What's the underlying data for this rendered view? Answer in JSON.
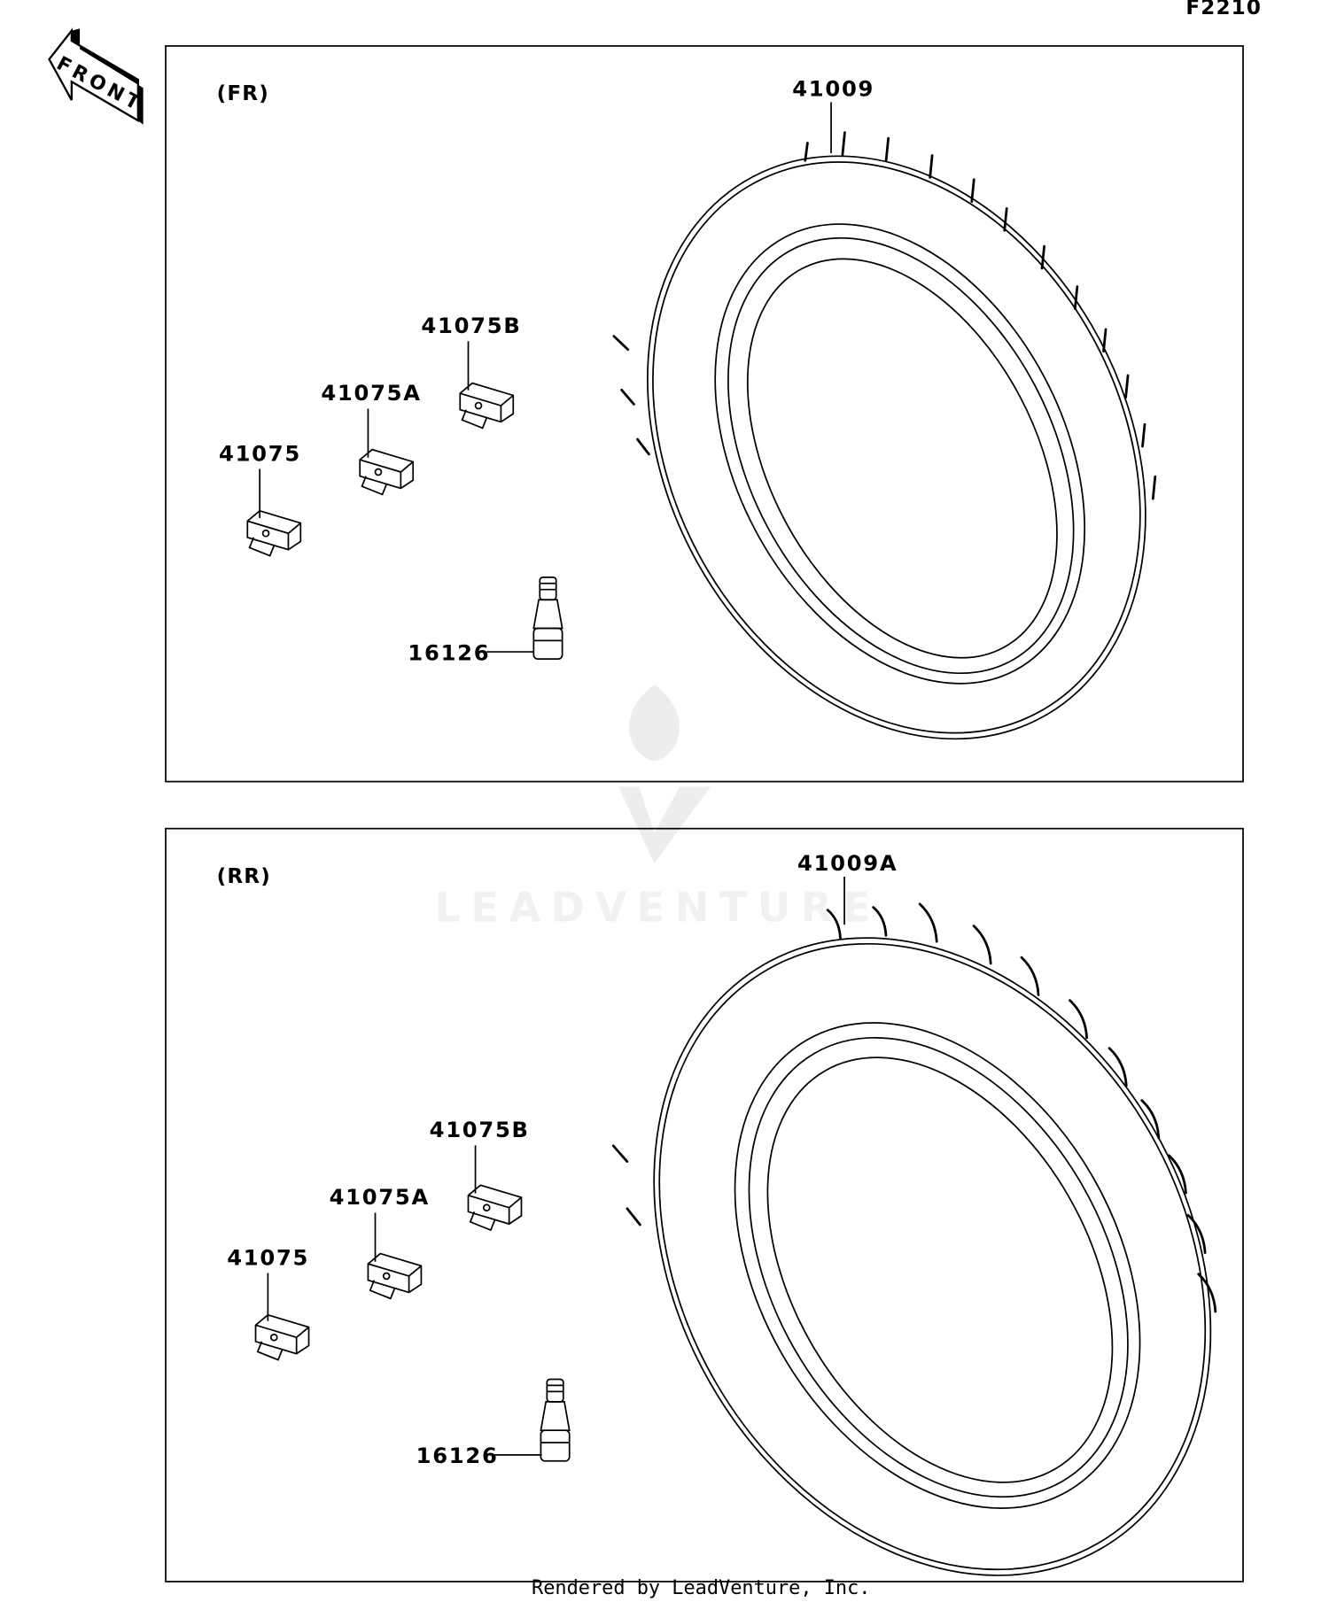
{
  "diagram_code": "F2210",
  "front_arrow_label": "FRONT",
  "watermark": "LEADVENTURE",
  "footer": "Rendered by LeadVenture, Inc.",
  "sections": [
    {
      "title": "(FR)",
      "parts": {
        "tire": "41009",
        "weight_b": "41075B",
        "weight_a": "41075A",
        "weight": "41075",
        "valve": "16126"
      }
    },
    {
      "title": "(RR)",
      "parts": {
        "tire": "41009A",
        "weight_b": "41075B",
        "weight_a": "41075A",
        "weight": "41075",
        "valve": "16126"
      }
    }
  ]
}
